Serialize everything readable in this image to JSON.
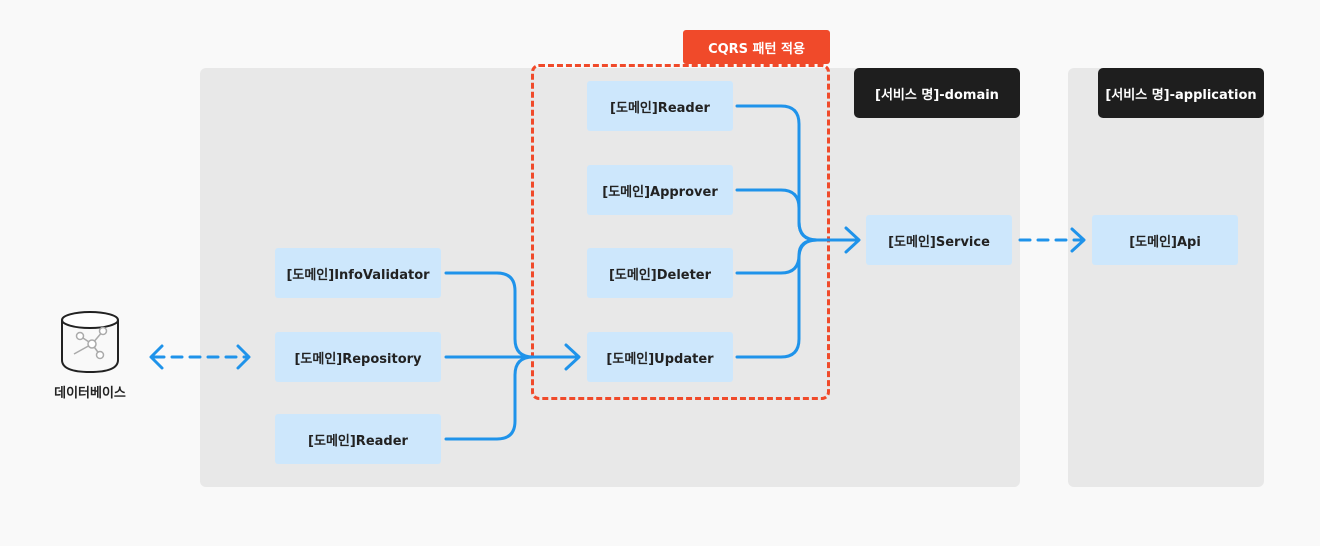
{
  "cqrs": {
    "tag": "CQRS 패턴 적용"
  },
  "layers": {
    "domain_label": "[서비스 명]-domain",
    "application_label": "[서비스 명]-application"
  },
  "database": {
    "label": "데이터베이스",
    "icon": "database-icon"
  },
  "nodes": {
    "info_validator": "[도메인]InfoValidator",
    "repository": "[도메인]Repository",
    "reader_infra": "[도메인]Reader",
    "reader": "[도메인]Reader",
    "approver": "[도메인]Approver",
    "deleter": "[도메인]Deleter",
    "updater": "[도메인]Updater",
    "service": "[도메인]Service",
    "api": "[도메인]Api"
  },
  "colors": {
    "arrow": "#1f93ea",
    "cqrs_accent": "#f04a2a",
    "node_fill": "#cde7fc",
    "panel_fill": "#e8e8e8",
    "label_dark": "#1e1e1e"
  }
}
